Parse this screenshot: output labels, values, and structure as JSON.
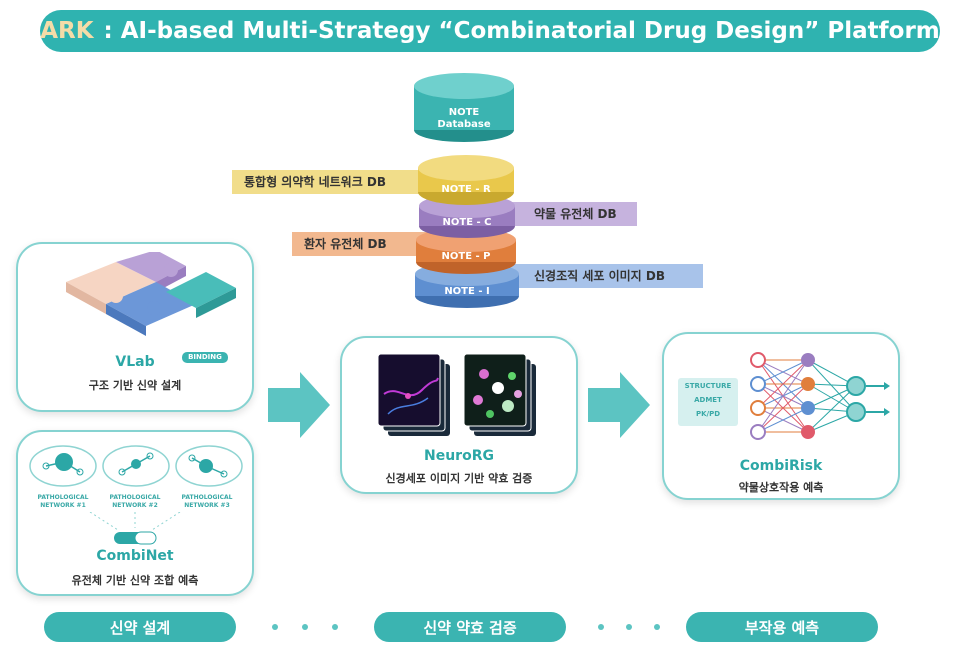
{
  "title": {
    "brand": "ARK",
    "text": ": AI-based Multi-Strategy “Combinatorial Drug Design” Platform"
  },
  "database": {
    "top_label_1": "NOTE",
    "top_label_2": "Database",
    "layers": [
      {
        "label": "NOTE - R",
        "tag": "통합형 의약학 네트워크 DB",
        "color": "#e9c84b",
        "tag_color": "#f1dd8a"
      },
      {
        "label": "NOTE - C",
        "tag": "약물 유전체 DB",
        "color": "#9a7dc0",
        "tag_color": "#c6b3de"
      },
      {
        "label": "NOTE - P",
        "tag": "환자 유전체 DB",
        "color": "#e07e3c",
        "tag_color": "#f2b88f"
      },
      {
        "label": "NOTE - I",
        "tag": "신경조직 세포 이미지 DB",
        "color": "#5e8fd1",
        "tag_color": "#a8c3ea"
      }
    ],
    "top_color": "#3bb4b1"
  },
  "vlab": {
    "name": "VLab",
    "badge": "BINDING",
    "desc": "구조 기반 신약 설계"
  },
  "combinet": {
    "name": "CombiNet",
    "desc": "유전체 기반 신약 조합 예측",
    "networks": [
      "PATHOLOGICAL NETWORK #1",
      "PATHOLOGICAL NETWORK #2",
      "PATHOLOGICAL NETWORK #3"
    ]
  },
  "neurorg": {
    "name": "NeuroRG",
    "desc": "신경세포 이미지 기반 약효 검증"
  },
  "combirisk": {
    "name": "CombiRisk",
    "desc": "약물상호작용 예측",
    "features": [
      "STRUCTURE",
      "ADMET",
      "PK/PD"
    ]
  },
  "stages": [
    "신약 설계",
    "신약 약효 검증",
    "부작용 예측"
  ]
}
